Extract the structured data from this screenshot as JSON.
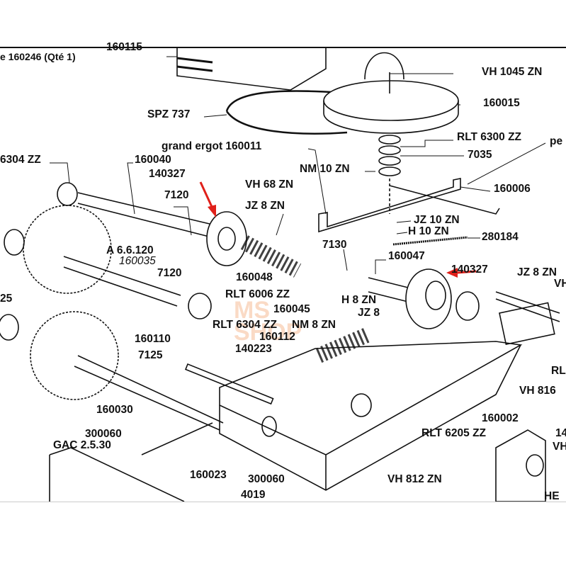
{
  "header": {
    "caption": "e 160246 (Qté 1)"
  },
  "watermark": {
    "line1": "MS",
    "line2": "SHOP"
  },
  "colors": {
    "ink": "#111111",
    "arrow": "#e0201a",
    "background": "#ffffff"
  },
  "labels": {
    "l160115": "160115",
    "vh1045": "VH 1045 ZN",
    "l160015": "160015",
    "spz737": "SPZ 737",
    "rlt6300": "RLT 6300 ZZ",
    "grand_ergot": "grand ergot 160011",
    "pe": "pe",
    "l7035": "7035",
    "rlt6304_left": "6304 ZZ",
    "l160040": "160040",
    "nm10": "NM 10 ZN",
    "l140327_a": "140327",
    "vh68": "VH 68 ZN",
    "l160006": "160006",
    "l7120_a": "7120",
    "jz8_a": "JZ 8 ZN",
    "jz10": "JZ 10 ZN",
    "h10": "H 10 ZN",
    "l280184": "280184",
    "l7130": "7130",
    "a66120": "A 6.6.120",
    "l160047": "160047",
    "l160035": "160035",
    "l140327_b": "140327",
    "jz8_b": "JZ 8 ZN",
    "vh_right": "VH",
    "l7120_b": "7120",
    "l160048": "160048",
    "rlt6006": "RLT 6006 ZZ",
    "l25": "25",
    "h8": "H 8 ZN",
    "l160045": "160045",
    "jz8_c": "JZ 8",
    "rlt6304": "RLT 6304 ZZ",
    "nm8": "NM 8 ZN",
    "l160110": "160110",
    "l160112": "160112",
    "l140223": "140223",
    "l7125": "7125",
    "rl_right": "RL",
    "vh816": "VH 816",
    "l160030": "160030",
    "l160002": "160002",
    "rlt6205": "RLT 6205 ZZ",
    "l14": "14",
    "l300060_a": "300060",
    "gac": "GAC 2.5.30",
    "vh_right2": "VH",
    "l160023": "160023",
    "l300060_b": "300060",
    "vh812": "VH 812 ZN",
    "l4019": "4019",
    "he": "HE"
  }
}
